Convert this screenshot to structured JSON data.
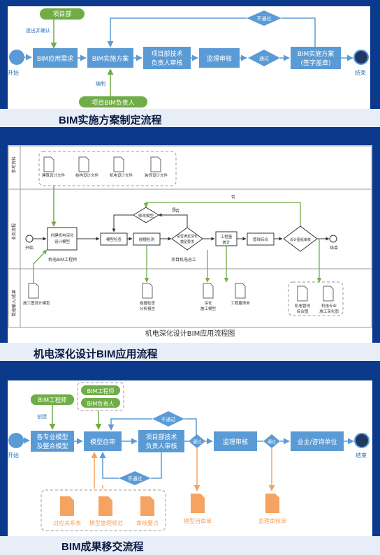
{
  "diagram1": {
    "caption": "BIM实施方案制定流程",
    "start": "开始",
    "end": "结束",
    "project_dept": "项目部",
    "submit_confirm": "提出并确认",
    "bim_need": "BIM应用需求",
    "bim_plan": "BIM实施方案",
    "tech_review_1": "项目部技术",
    "tech_review_2": "负责人审核",
    "supervision_review": "监理审核",
    "pass": "通过",
    "final_plan_1": "BIM实施方案",
    "final_plan_2": "(签字盖章)",
    "not_pass": "不通过",
    "compile": "编制",
    "bim_owner": "项目BIM负责人"
  },
  "diagram2": {
    "caption": "机电深化设计BIM应用流程",
    "title": "机电深化设计BIM应用流程图",
    "lane1": "参考资料",
    "lane2": "业务流程",
    "lane3": "数据输入/成果",
    "doc1": "建筑设计文件",
    "doc2": "结构设计文件",
    "doc3": "机电设计文件",
    "doc4": "装饰设计文件",
    "create_model_1": "创建机电深化",
    "create_model_2": "设计模型",
    "modeler": "机电BIM工程师",
    "start": "开始",
    "model_check": "模型检查",
    "modify_model": "修改模型",
    "clash_detect": "碰撞检测",
    "no": "否",
    "yes": "是",
    "meets_1": "是否满足深化",
    "meets_2": "模型要求",
    "project_engineer": "项目机电总工",
    "engineering_qty_1": "工程量",
    "engineering_qty_2": "统计",
    "pipe_map": "管线综合",
    "design_confirm": "设计图纸审核",
    "end": "结束",
    "input_model": "施工图设计模型",
    "clash_report_1": "碰撞检查",
    "clash_report_2": "分析报告",
    "deep_drawing_1": "深化",
    "deep_drawing_2": "施工模型",
    "qty_list": "工程量清单",
    "out1_1": "机电管线",
    "out1_2": "综合图",
    "out2_1": "机电专业",
    "out2_2": "施工深化图"
  },
  "diagram3": {
    "caption": "BIM成果移交流程",
    "bim_engineer": "BIM工程师",
    "bim_engineer2": "BIM工程师",
    "bim_owner": "BIM负责人",
    "create": "创建",
    "start": "开始",
    "models_1": "各专业模型",
    "models_2": "及整合模型",
    "self_review": "模型自审",
    "not_pass_top": "不通过",
    "tech_review_1": "项目部技术",
    "tech_review_2": "负责人审核",
    "pass1": "通过",
    "supervision_review": "监理审核",
    "pass2": "通过",
    "owner_unit": "业主/咨询单位",
    "end": "结束",
    "not_pass_bottom": "不通过",
    "doc1": "对应关系表",
    "doc2": "模型管理规范",
    "doc3": "审核要点",
    "self_sheet": "模型自审单",
    "supervision_sheet": "监理审核单"
  },
  "colors": {
    "box": "#5b9bd5",
    "green": "#70ad47",
    "orange": "#f4a460",
    "dark": "#1f3864",
    "text": "#ffffff"
  }
}
